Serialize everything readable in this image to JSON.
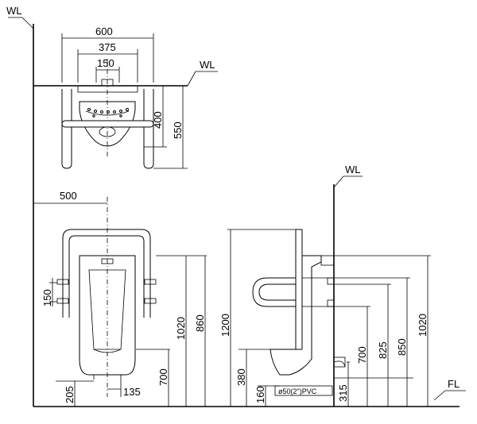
{
  "labels": {
    "wl_left": "WL",
    "wl_top": "WL",
    "wl_side": "WL",
    "fl": "FL"
  },
  "dims": {
    "plan_600": "600",
    "plan_375": "375",
    "plan_150": "150",
    "plan_400": "400",
    "plan_550": "550",
    "front_500": "500",
    "front_150": "150",
    "front_1020": "1020",
    "front_860": "860",
    "front_700": "700",
    "front_205": "205",
    "front_135": "135",
    "side_1200": "1200",
    "side_380": "380",
    "side_160": "160",
    "side_pipe": "ø50(2\")PVC",
    "side_315": "315",
    "side_700": "700",
    "side_825": "825",
    "side_850": "850",
    "side_1020": "1020"
  }
}
